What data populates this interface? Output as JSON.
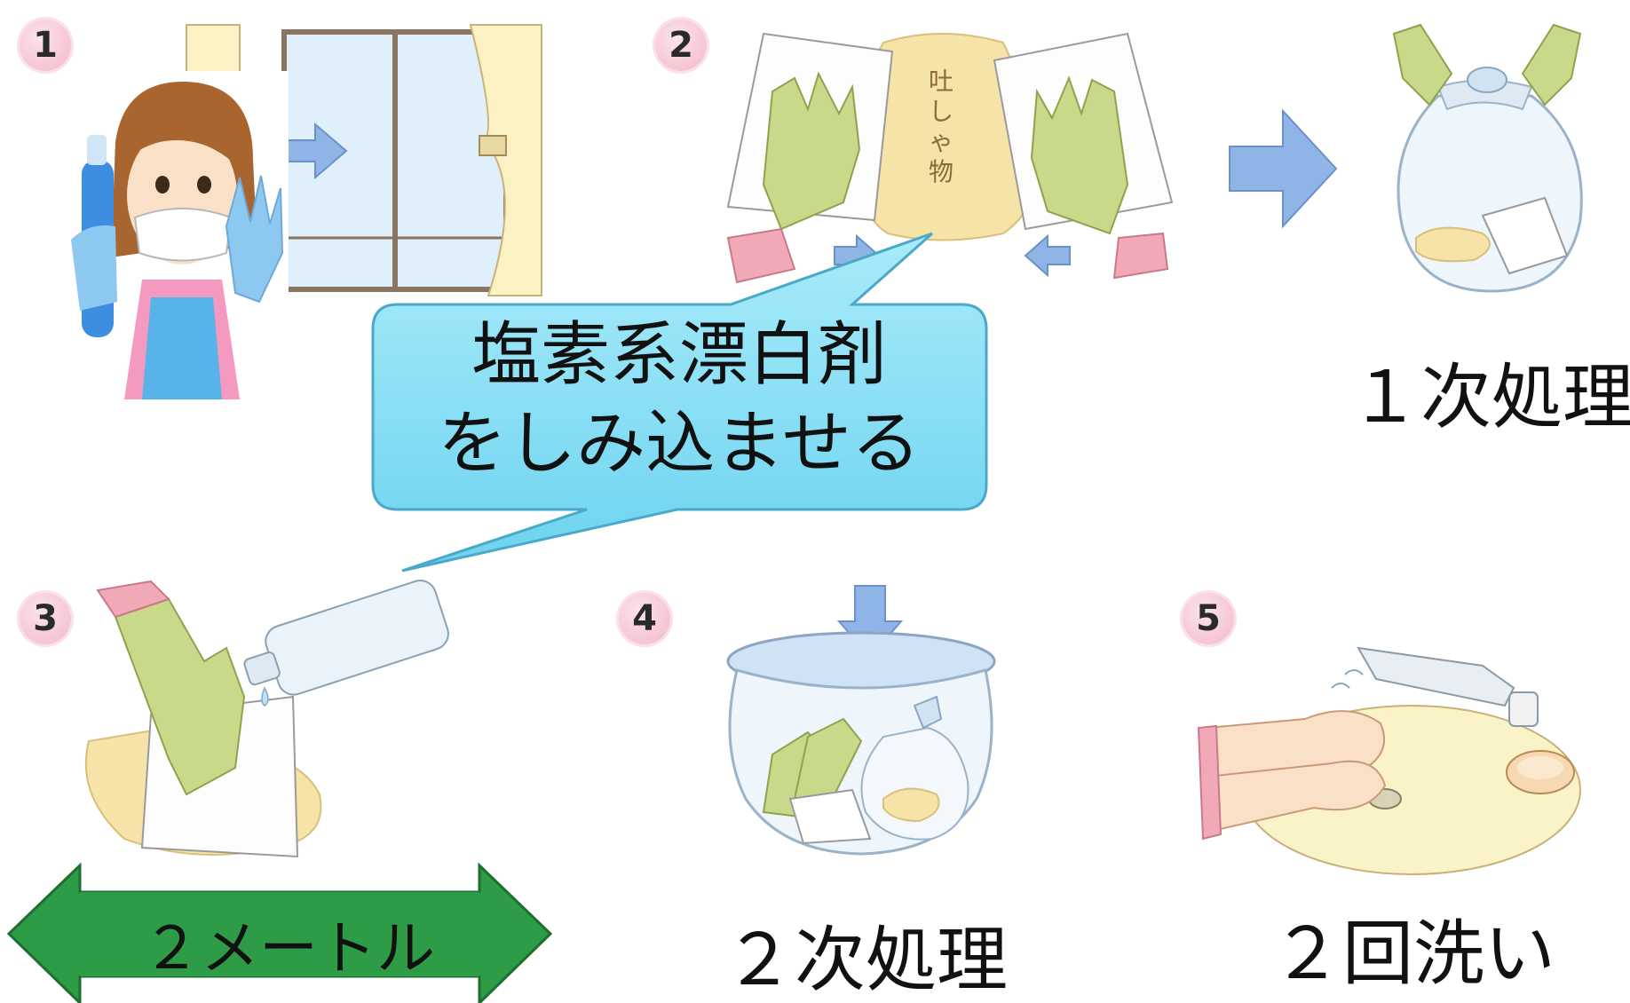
{
  "steps": [
    {
      "number": "1"
    },
    {
      "number": "2",
      "vomit_label": "吐しゃ物"
    },
    {
      "number": "3"
    },
    {
      "number": "4"
    },
    {
      "number": "5"
    }
  ],
  "captions": {
    "primary": "１次処理",
    "secondary": "２次処理",
    "wash": "２回洗い"
  },
  "callout": {
    "line1": "塩素系漂白剤",
    "line2": "をしみ込ませる"
  },
  "distance_arrow": {
    "label": "２メートル"
  },
  "colors": {
    "badge": "#f3b9c9",
    "callout_fill": "#8fe3f7",
    "distance_arrow": "#2e9b46",
    "flow_arrow": "#8fb4e6",
    "glove_green": "#c8d98a",
    "vomit": "#f5e3a8"
  }
}
